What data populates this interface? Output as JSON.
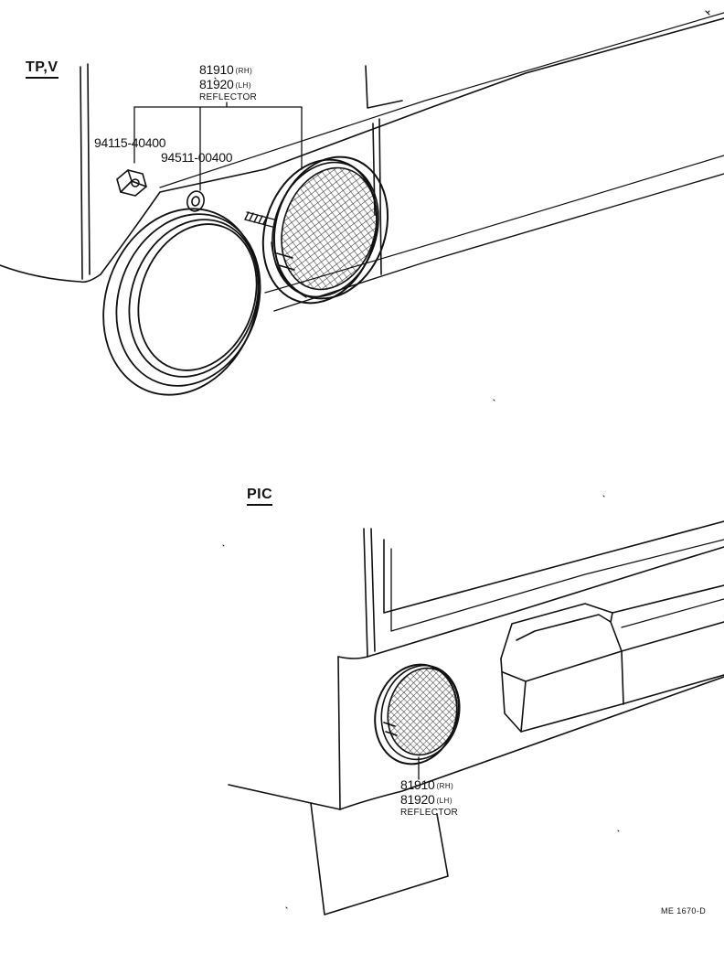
{
  "sections": {
    "top": {
      "label": "TP,V"
    },
    "bottom": {
      "label": "PIC"
    }
  },
  "parts": {
    "top_reflector": {
      "rh": "81910",
      "rh_tag": "(RH)",
      "lh": "81920",
      "lh_tag": "(LH)",
      "name": "REFLECTOR"
    },
    "nut": {
      "number": "94115-40400"
    },
    "washer": {
      "number": "94511-00400"
    },
    "bottom_reflector": {
      "rh": "81910",
      "rh_tag": "(RH)",
      "lh": "81920",
      "lh_tag": "(LH)",
      "name": "REFLECTOR"
    }
  },
  "diagram_code": "ME 1670-D"
}
